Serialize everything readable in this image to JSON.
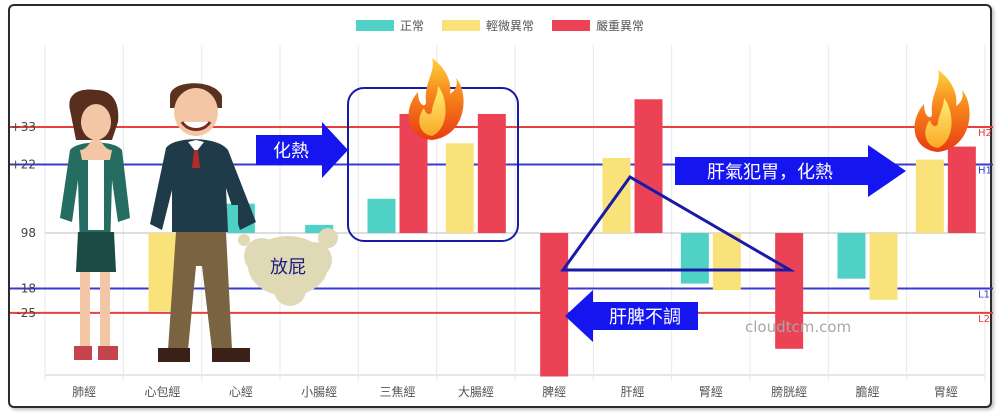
{
  "chart_data": {
    "type": "bar",
    "categories": [
      "肺經",
      "心包經",
      "心經",
      "小腸經",
      "三焦經",
      "大腸經",
      "脾經",
      "肝經",
      "腎經",
      "膀胱經",
      "膽經",
      "胃經"
    ],
    "series": [
      {
        "name": "正常",
        "color": "#4fd1c5",
        "values": [
          null,
          null,
          18,
          5,
          21,
          null,
          null,
          null,
          -31,
          null,
          -28,
          null
        ]
      },
      {
        "name": "輕微異常",
        "color": "#f9e27a",
        "values": [
          null,
          -48,
          null,
          null,
          null,
          55,
          null,
          46,
          -35,
          null,
          -41,
          45
        ]
      },
      {
        "name": "嚴重異常",
        "color": "#ec4256",
        "values": [
          null,
          null,
          null,
          null,
          73,
          73,
          -88,
          82,
          null,
          -71,
          null,
          53
        ]
      }
    ],
    "y_ticks": [
      {
        "value": 65,
        "label": "+33"
      },
      {
        "value": 42,
        "label": "+22"
      },
      {
        "value": 0,
        "label": "98"
      },
      {
        "value": -34,
        "label": "-18"
      },
      {
        "value": -49,
        "label": "-25"
      }
    ],
    "threshold_lines": [
      {
        "value": 65,
        "label": "H2",
        "color": "#e8403d"
      },
      {
        "value": 42,
        "label": "H1",
        "color": "#3a3acf"
      },
      {
        "value": -34,
        "label": "L1",
        "color": "#3a3acf"
      },
      {
        "value": -49,
        "label": "L2",
        "color": "#e8403d"
      }
    ],
    "ylim": [
      -88,
      110
    ],
    "legend_position": "top-center",
    "grid": true
  },
  "annotations": {
    "huare_left": "化熱",
    "gan_qi": "肝氣犯胃，化熱",
    "gan_pi": "肝脾不調",
    "fangpi": "放屁",
    "watermark": "cloudtcm.com"
  },
  "colors": {
    "arrow_blue": "#1515f0",
    "box_blue": "#1a1aa8"
  }
}
